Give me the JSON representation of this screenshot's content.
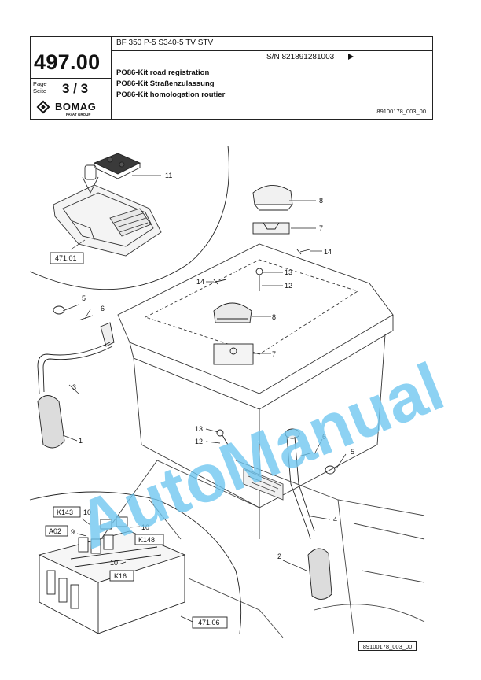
{
  "header": {
    "model": "BF 350 P-5 S340-5 TV STV",
    "serial": "S/N 821891281003",
    "doc_number": "497.00",
    "page_label_1": "Page",
    "page_label_2": "Seite",
    "page_value": "3 / 3",
    "title_en": "PO86-Kit road registration",
    "title_de": "PO86-Kit Straßenzulassung",
    "title_fr": "PO86-Kit homologation routier",
    "ref": "89100178_003_00",
    "logo_text": "BOMAG",
    "logo_sub": "FAYAT GROUP"
  },
  "drawing": {
    "callouts": {
      "c11": "11",
      "c8a": "8",
      "c7a": "7",
      "c14a": "14",
      "c13a": "13",
      "c12a": "12",
      "c14b": "14",
      "c5a": "5",
      "c6a": "6",
      "c8b": "8",
      "c7b": "7",
      "c3": "3",
      "c1": "1",
      "c13b": "13",
      "c12b": "12",
      "c6b": "6",
      "c5b": "5",
      "c4": "4",
      "c2": "2",
      "c10a": "10",
      "c10b": "10",
      "c9": "9",
      "c10c": "10"
    },
    "boxed_labels": {
      "ref1": "471.01",
      "ref2": "471.06",
      "k143": "K143",
      "a02": "A02",
      "k148": "K148",
      "k16": "K16"
    },
    "bottom_ref": "89100178_003_00"
  },
  "watermark": "AutoManual"
}
